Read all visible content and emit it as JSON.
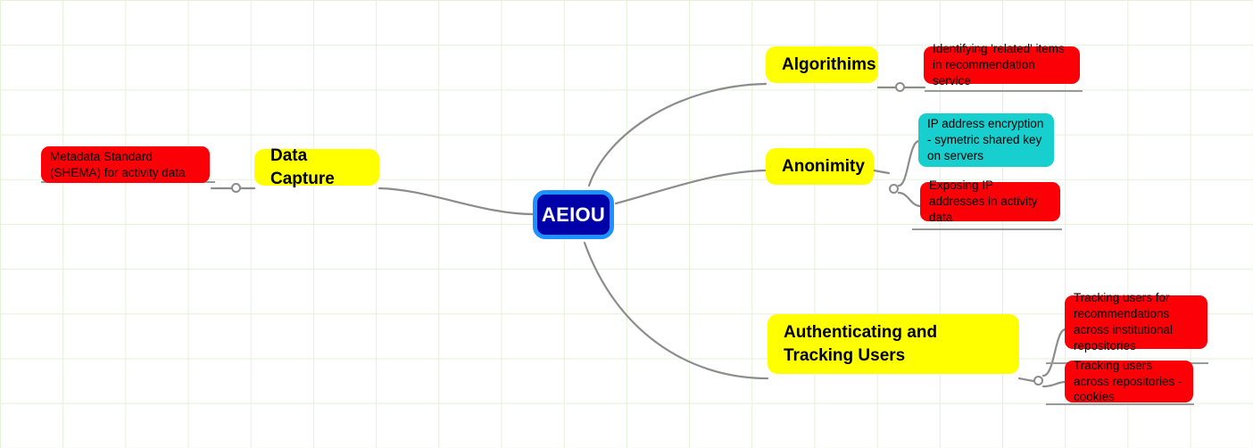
{
  "app": {
    "view": "mindmap-canvas",
    "background": "#ffffff",
    "grid_color": "#e6f0d8"
  },
  "palette": {
    "root_fill": "#0000a8",
    "root_border": "#1e90ff",
    "branch_fill": "#ffff00",
    "leaf_red": "#fb0007",
    "leaf_cyan": "#18cfcf",
    "edge": "#8c8c8c",
    "text_dark": "#000000",
    "text_light": "#ffffff"
  },
  "mindmap": {
    "root": {
      "label": "AEIOU"
    },
    "nodes": [
      {
        "id": "data-capture",
        "label": "Data Capture",
        "type": "branch"
      },
      {
        "id": "algorithims",
        "label": "Algorithims",
        "type": "branch"
      },
      {
        "id": "anonimity",
        "label": "Anonimity",
        "type": "branch"
      },
      {
        "id": "auth-tracking",
        "label": "Authenticating and Tracking Users",
        "type": "branch"
      },
      {
        "id": "metadata-standard",
        "label": "Metadata Standard (SHEMA) for activity data",
        "type": "leaf",
        "color": "red"
      },
      {
        "id": "related-items",
        "label": "Identifying 'related' items in recommendation service",
        "type": "leaf",
        "color": "red"
      },
      {
        "id": "ip-encryption",
        "label": "IP address encryption - symetric shared key on servers",
        "type": "leaf",
        "color": "cyan"
      },
      {
        "id": "exposing-ip",
        "label": "Exposing IP addresses in activity data",
        "type": "leaf",
        "color": "red"
      },
      {
        "id": "tracking-recommend",
        "label": "Tracking users for recommendations across institutional repositories",
        "type": "leaf",
        "color": "red"
      },
      {
        "id": "tracking-cookies",
        "label": "Tracking users across repositories - cookies",
        "type": "leaf",
        "color": "red"
      }
    ],
    "handles": [
      {
        "id": "handle-data-capture",
        "label": "collapse-handle"
      },
      {
        "id": "handle-algorithims",
        "label": "collapse-handle"
      },
      {
        "id": "handle-anonimity",
        "label": "collapse-handle"
      },
      {
        "id": "handle-auth-tracking",
        "label": "collapse-handle"
      }
    ]
  }
}
